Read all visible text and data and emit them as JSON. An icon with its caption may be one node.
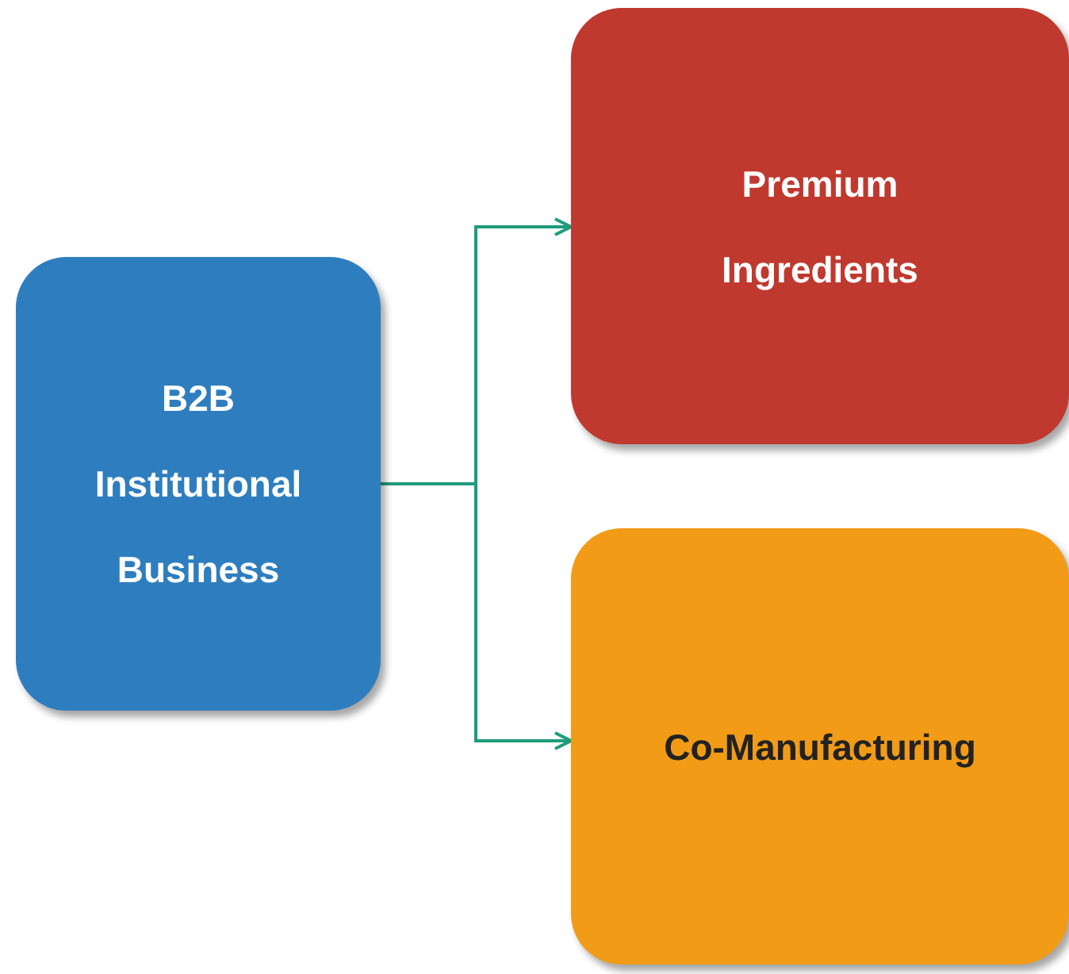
{
  "diagram": {
    "nodes": [
      {
        "text": [
          "B2B Institutional Business"
        ]
      },
      {
        "text": [
          "Premium Ingredients"
        ]
      },
      {
        "text": [
          "Co-Manufacturing"
        ]
      }
    ],
    "edges": [
      {
        "from": 0,
        "to": 1,
        "arrow": "to"
      },
      {
        "from": 0,
        "to": 2,
        "arrow": "to"
      }
    ]
  }
}
